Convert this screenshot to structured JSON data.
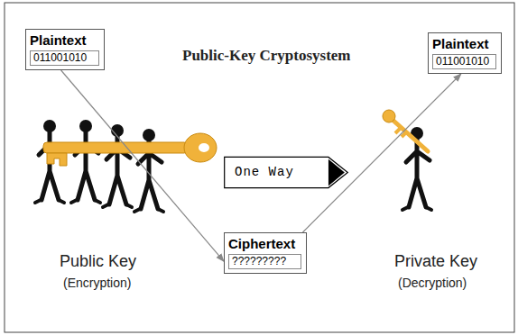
{
  "diagram": {
    "title": "Public-Key Cryptosystem",
    "nodes": [
      {
        "text": [
          "Plaintext",
          "011001010"
        ]
      },
      {
        "text": [
          "Plaintext",
          "011001010"
        ]
      },
      {
        "text": [
          "One Way"
        ]
      },
      {
        "text": [
          "Ciphertext",
          "?????????"
        ]
      }
    ],
    "edges": [
      {
        "from": 0,
        "to": 3,
        "arrow": "to"
      },
      {
        "from": 3,
        "to": 1,
        "arrow": "to"
      }
    ],
    "labels": [
      "Public Key",
      "(Encryption)",
      "Private Key",
      "(Decryption)"
    ]
  }
}
